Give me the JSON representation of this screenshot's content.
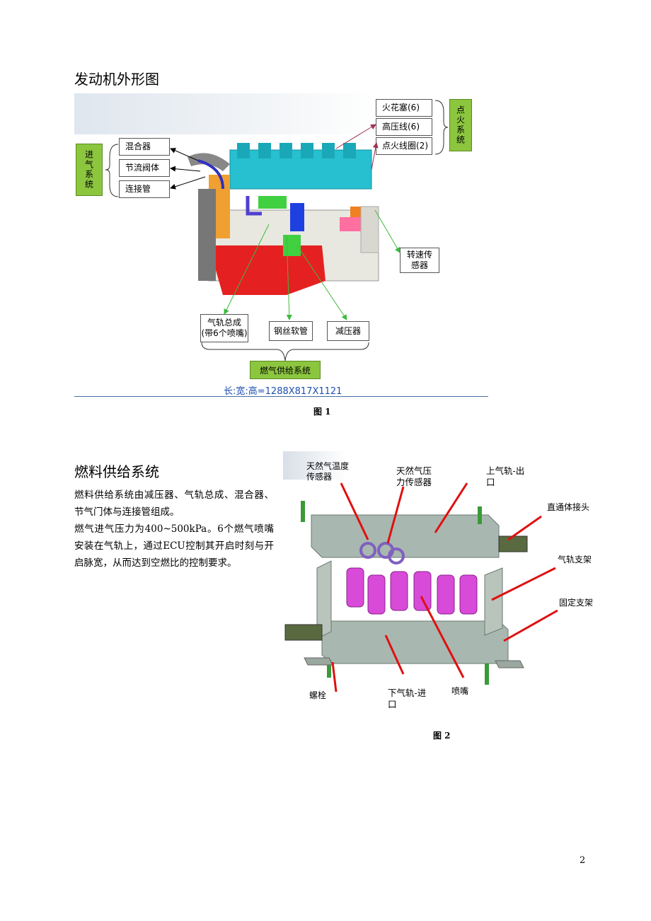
{
  "section1": {
    "title": "发动机外形图"
  },
  "figure1": {
    "intake_group": "进气系统",
    "intake_items": [
      "混合器",
      "节流阀体",
      "连接管"
    ],
    "ignition_group": "点火系统",
    "ignition_items": [
      "火花塞(6)",
      "高压线(6)",
      "点火线圈(2)"
    ],
    "speed_sensor": "转速传感器",
    "fuel_items": [
      "气轨总成\n(带6个喷嘴)",
      "钢丝软管",
      "减压器"
    ],
    "fuel_group": "燃气供给系统",
    "dimensions": "长:宽:高=1288X817X1121",
    "caption": "图 1"
  },
  "section2": {
    "title": "燃料供给系统",
    "paragraphs": [
      "燃料供给系统由减压器、气轨总成、混合器、节气门体与连接管组成。",
      "燃气进气压力为400~500kPa。6个燃气喷嘴安装在气轨上，通过ECU控制其开启时刻与开启脉宽，从而达到空燃比的控制要求。"
    ]
  },
  "figure2": {
    "labels": {
      "temp_sensor": "天然气温度\n传感器",
      "pressure_sensor": "天然气压\n力传感器",
      "upper_rail": "上气轨-出\n口",
      "fitting": "直通体接头",
      "rail_bracket": "气轨支架",
      "fixed_bracket": "固定支架",
      "bolt": "螺栓",
      "lower_rail": "下气轨-进\n口",
      "nozzle": "喷嘴"
    },
    "caption": "图 2"
  },
  "page_number": "2",
  "colors": {
    "green_box": "#8cc63f",
    "rule": "#4a6fa5",
    "dim_text": "#1f4fb0",
    "arrow_red": "#e01010",
    "arrow_green": "#3dbb3d"
  }
}
